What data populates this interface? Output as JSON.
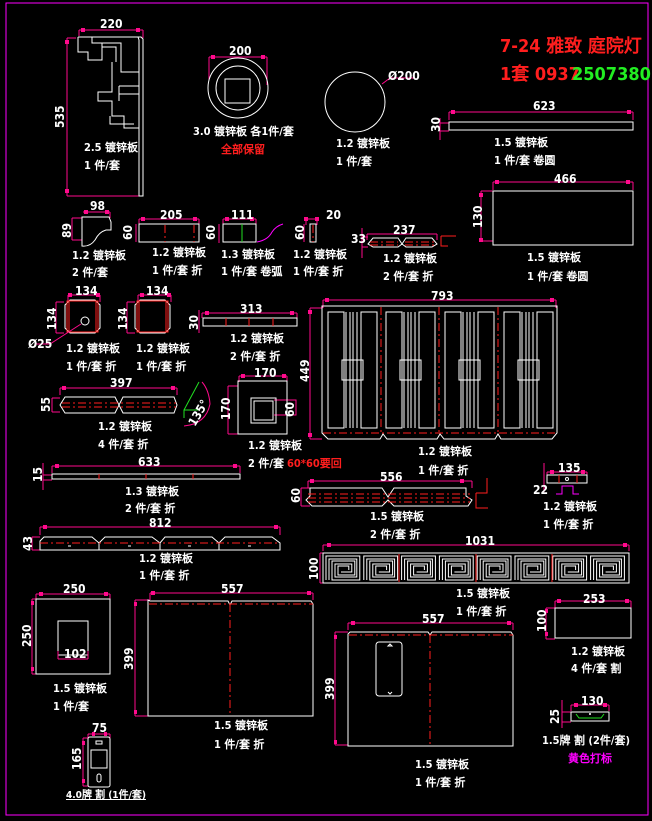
{
  "title": {
    "line1": "7-24 雅致 庭院灯",
    "line2_red": "1套 0937",
    "line2_green": "2507380"
  },
  "colors": {
    "background": "#000000",
    "frame": "#ff00ff",
    "dimension": "#ff0a8c",
    "outline": "#ffffff",
    "fold_line": "#ff1e1e",
    "title_red": "#ff1e1e",
    "title_green": "#22ee22"
  },
  "parts": {
    "corner_bracket": {
      "w": "220",
      "h": "535",
      "spec": "2.5 镀锌板",
      "qty": "1 件/套"
    },
    "round_cap": {
      "w": "200",
      "spec": "3.0 镀锌板 各1件/套",
      "note": "全部保留"
    },
    "circle_plate": {
      "d": "Ø200",
      "spec": "1.2 镀锌板",
      "qty": "1 件/套"
    },
    "strip_623": {
      "w": "623",
      "h": "30",
      "spec": "1.5 镀锌板",
      "qty": "1 件/套 卷圆"
    },
    "plate_466": {
      "w": "466",
      "h": "130",
      "spec": "1.5 镀锌板",
      "qty": "1 件/套 卷圆"
    },
    "curve_98": {
      "w": "98",
      "h": "89",
      "spec": "1.2 镀锌板",
      "qty": "2 件/套"
    },
    "bar_205": {
      "w": "205",
      "h": "60",
      "spec": "1.2 镀锌板",
      "qty": "1 件/套 折"
    },
    "bar_111": {
      "w": "111",
      "h": "60",
      "spec": "1.3 镀锌板",
      "qty": "1 件/套 卷弧"
    },
    "bar_20": {
      "w": "20",
      "h": "60",
      "spec": "1.2 镀锌板",
      "qty": "1 件/套 折"
    },
    "strip_237": {
      "w": "237",
      "h": "33",
      "spec": "1.2 镀锌板",
      "qty": "2 件/套 折"
    },
    "octagon_hole": {
      "w": "134",
      "h": "134",
      "hole": "Ø25",
      "spec": "1.2 镀锌板",
      "qty": "1 件/套 折"
    },
    "octagon_plain": {
      "w": "134",
      "h": "134",
      "spec": "1.2 镀锌板",
      "qty": "1 件/套 折"
    },
    "bar_313": {
      "w": "313",
      "h": "30",
      "spec": "1.2 镀锌板",
      "qty": "2 件/套 折"
    },
    "panel_793": {
      "w": "793",
      "h": "449",
      "spec": "1.2 镀锌板",
      "qty": "1 件/套 折"
    },
    "strip_397": {
      "w": "397",
      "h": "55",
      "spec": "1.2 镀锌板",
      "qty": "4 件/套 折"
    },
    "angle": {
      "value": "135°"
    },
    "square_170": {
      "w": "170",
      "h": "170",
      "inner": "60",
      "spec": "1.2 镀锌板",
      "qty": "2 件/套",
      "note": "60*60要回"
    },
    "strip_633": {
      "w": "633",
      "h": "15",
      "spec": "1.3 镀锌板",
      "qty": "2 件/套 折"
    },
    "strip_556": {
      "w": "556",
      "h": "60",
      "spec": "1.5 镀锌板",
      "qty": "2 件/套 折"
    },
    "bar_135": {
      "w": "135",
      "h": "22",
      "spec": "1.2 镀锌板",
      "qty": "1 件/套 折"
    },
    "strip_812": {
      "w": "812",
      "h": "43",
      "spec": "1.2 镀锌板",
      "qty": "1 件/套 折"
    },
    "fret_1031": {
      "w": "1031",
      "h": "100",
      "spec": "1.5 镀锌板",
      "qty": "1 件/套 折"
    },
    "square_250": {
      "w": "250",
      "h": "250",
      "inner": "102",
      "spec": "1.5 镀锌板",
      "qty": "1 件/套"
    },
    "panel_557a": {
      "w": "557",
      "h": "399",
      "spec": "1.5 镀锌板",
      "qty": "1 件/套 折"
    },
    "panel_557b": {
      "w": "557",
      "h": "399",
      "spec": "1.5 镀锌板",
      "qty": "1 件/套 折"
    },
    "plate_253": {
      "w": "253",
      "h": "100",
      "spec": "1.2 镀锌板",
      "qty": "4 件/套 割"
    },
    "plate_130": {
      "w": "130",
      "h": "25",
      "spec": "1.5牌 割 (2件/套)",
      "note": "黄色打标"
    },
    "plate_75": {
      "w": "75",
      "h": "165",
      "spec": "4.0牌 割 (1件/套)"
    }
  }
}
